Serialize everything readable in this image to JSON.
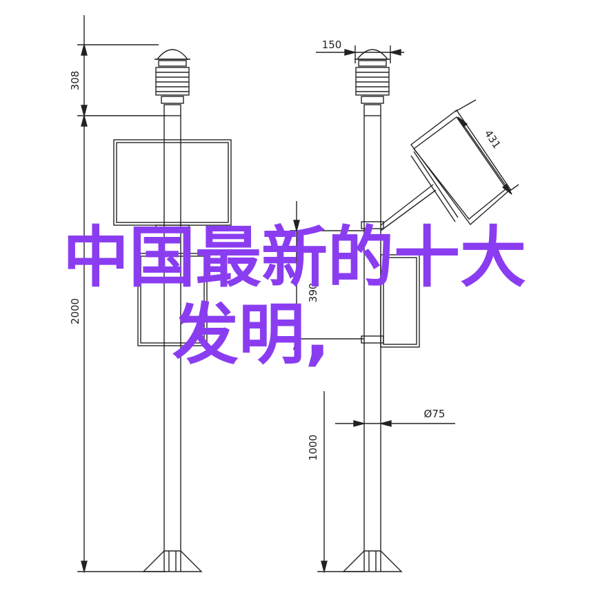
{
  "diagram": {
    "dimensions": {
      "left_top": "308",
      "left_total": "2000",
      "right_width": "150",
      "panel_length": "431",
      "box_height": "390",
      "pole_height": "1000",
      "pole_diameter": "Ø75"
    }
  },
  "overlay": {
    "line1": "中国最新的十大",
    "line2": "发明,",
    "color": "#8a3df0"
  }
}
